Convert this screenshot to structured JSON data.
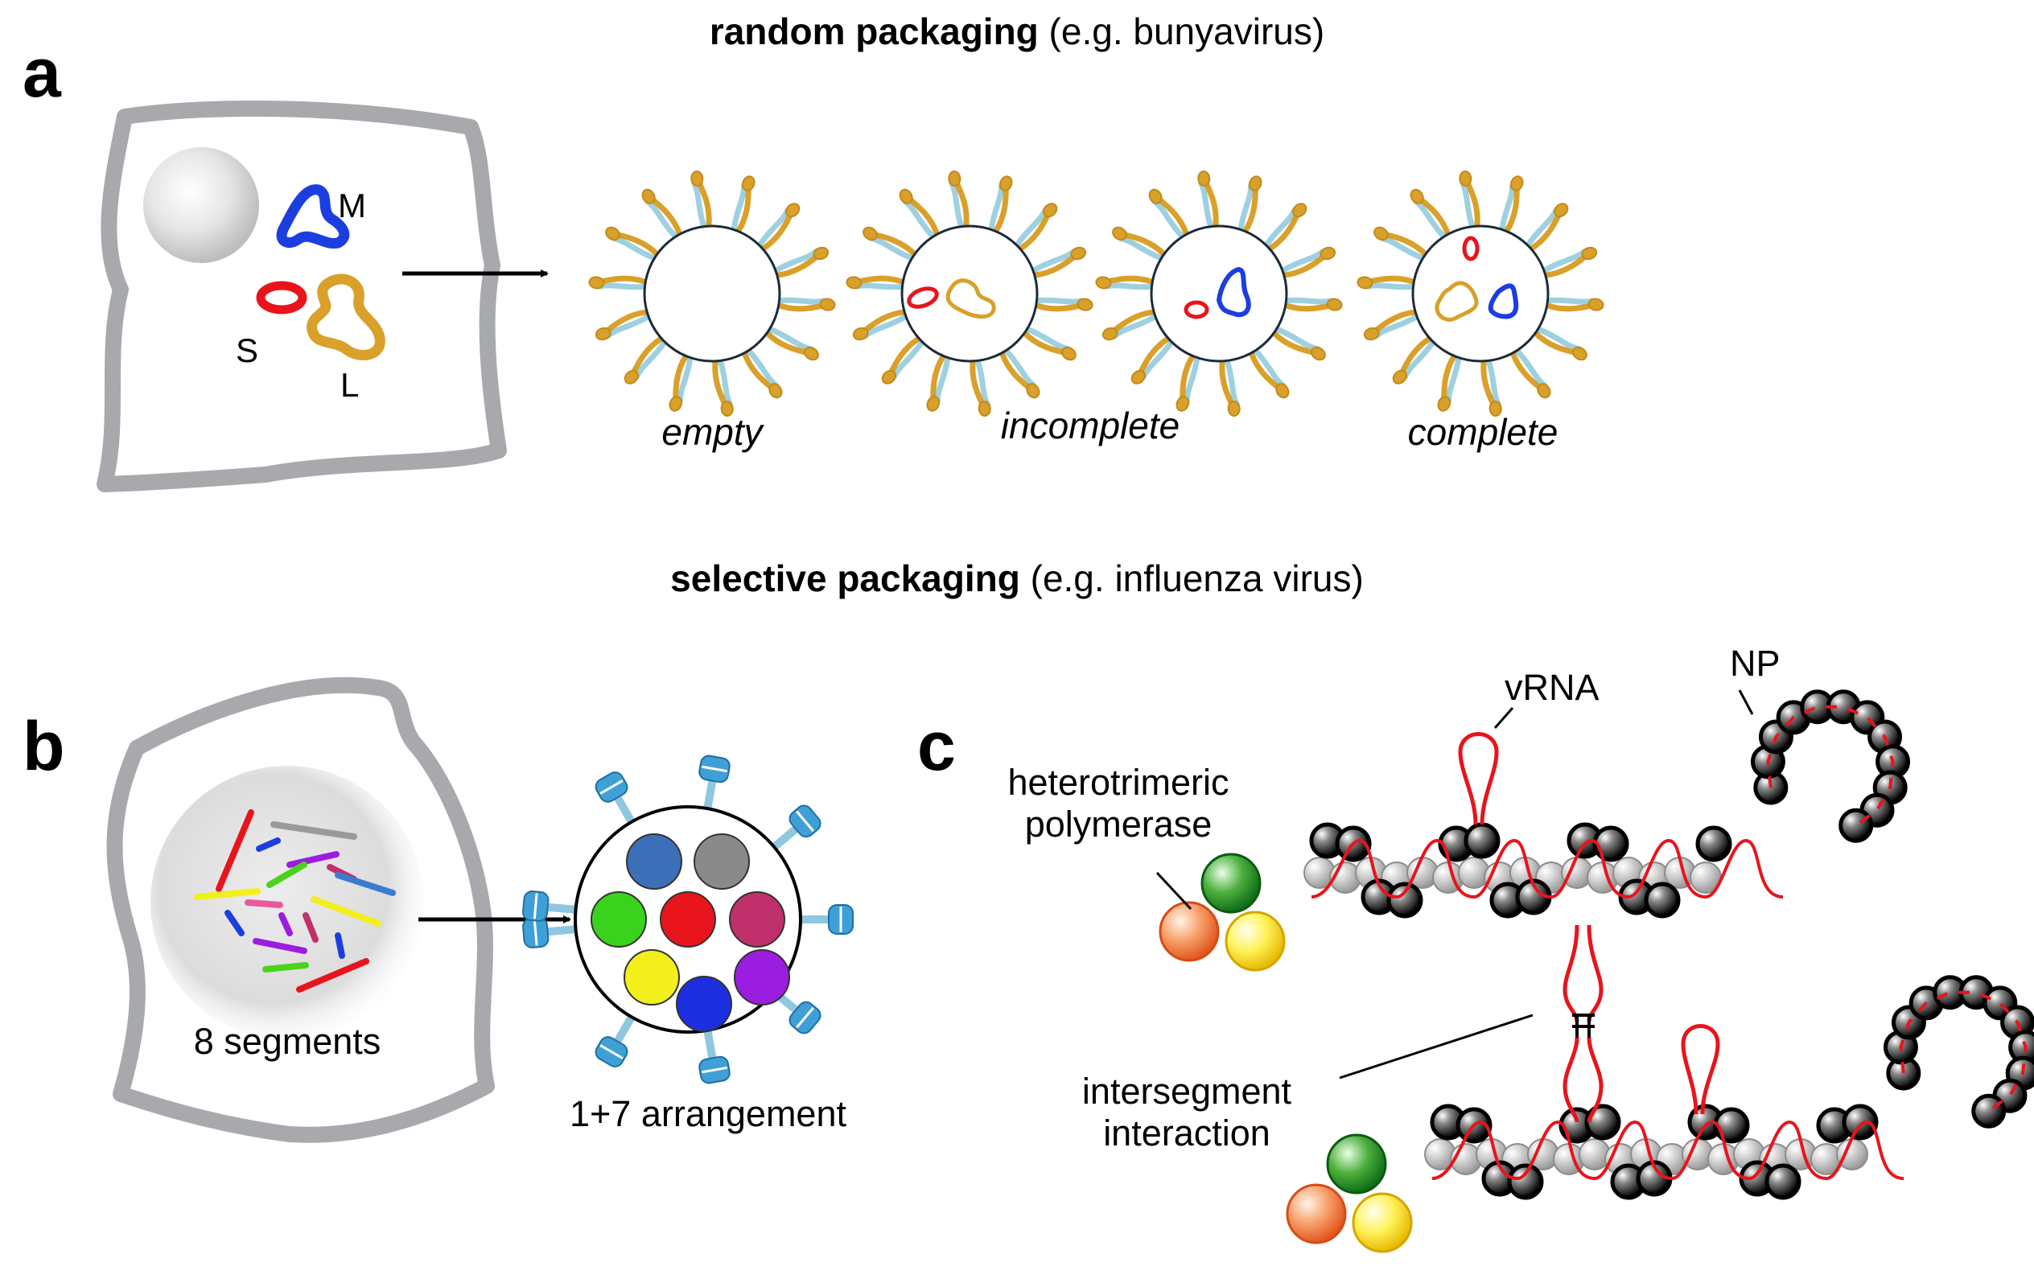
{
  "panels": {
    "a": {
      "letter": "a",
      "heading_bold": "random packaging",
      "heading_rest": " (e.g. bunyavirus)",
      "segments": [
        "M",
        "S",
        "L"
      ],
      "captions": [
        "empty",
        "incomplete",
        "complete"
      ]
    },
    "b": {
      "letter": "b",
      "heading_bold": "selective packaging",
      "heading_rest": " (e.g. influenza virus)",
      "segments_label": "8 segments",
      "arrangement_label": "1+7 arrangement"
    },
    "c": {
      "letter": "c",
      "label_np": "NP",
      "label_vrna": "vRNA",
      "label_polymerase_1": "heterotrimeric",
      "label_polymerase_2": "polymerase",
      "label_interaction_1": "intersegment",
      "label_interaction_2": "interaction"
    }
  },
  "colors": {
    "segment_s": "#e8141c",
    "segment_m": "#1c3ee0",
    "segment_l": "#d9a02a",
    "cell": "#a7a9ac",
    "vrna": "#e8141c",
    "glycoprotein_a": "#d9a02a",
    "glycoprotein_b": "#3fa0d8"
  }
}
